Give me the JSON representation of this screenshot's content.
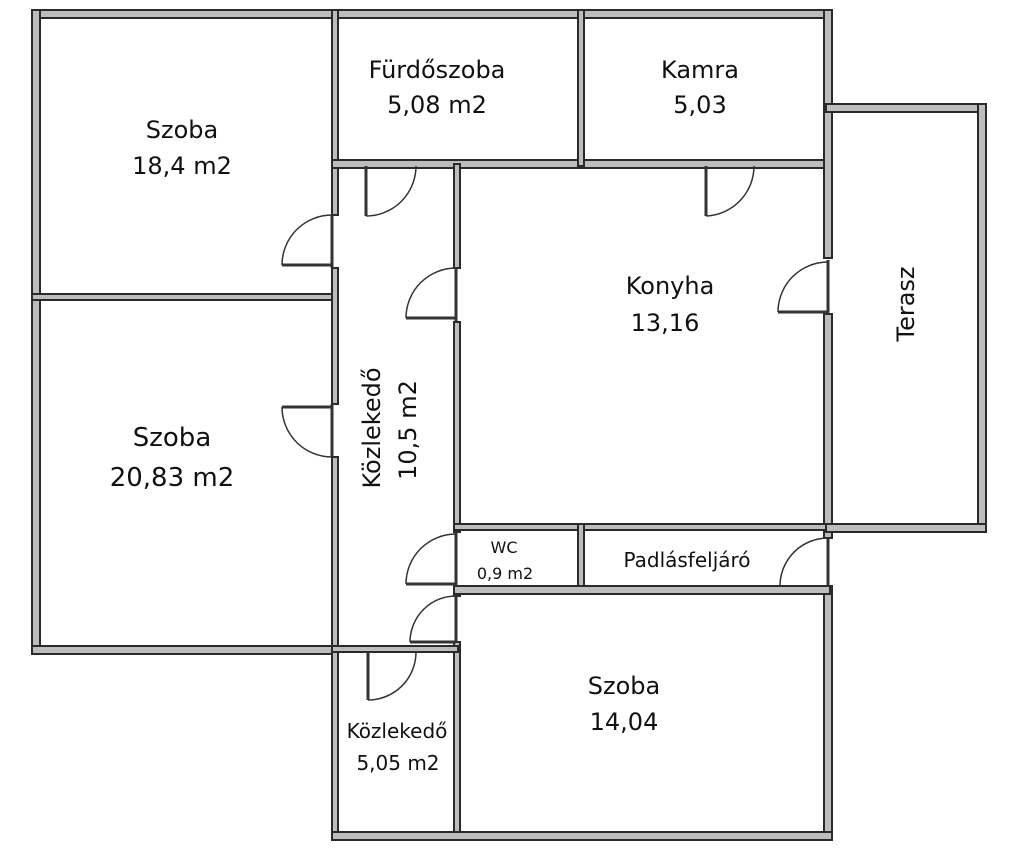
{
  "rooms": {
    "szoba_topleft": {
      "name": "Szoba",
      "area": "18,4 m2"
    },
    "furdoszoba": {
      "name": "Fürdőszoba",
      "area": "5,08 m2"
    },
    "kamra": {
      "name": "Kamra",
      "area": "5,03"
    },
    "szoba_left": {
      "name": "Szoba",
      "area": "20,83 m2"
    },
    "konyha": {
      "name": "Konyha",
      "area": "13,16"
    },
    "terasz": {
      "name": "Terasz"
    },
    "kozlekedo_main": {
      "name": "Közlekedő",
      "area": "10,5 m2"
    },
    "wc": {
      "name": "WC",
      "area": "0,9 m2"
    },
    "padlasfeljaro": {
      "name": "Padlásfeljáró"
    },
    "szoba_bottom": {
      "name": "Szoba",
      "area": "14,04"
    },
    "kozlekedo_small": {
      "name": "Közlekedő",
      "area": "5,05 m2"
    }
  },
  "colors": {
    "wall_fill": "#bdbdbd",
    "wall_stroke": "#2a2a2a",
    "background": "#ffffff"
  }
}
